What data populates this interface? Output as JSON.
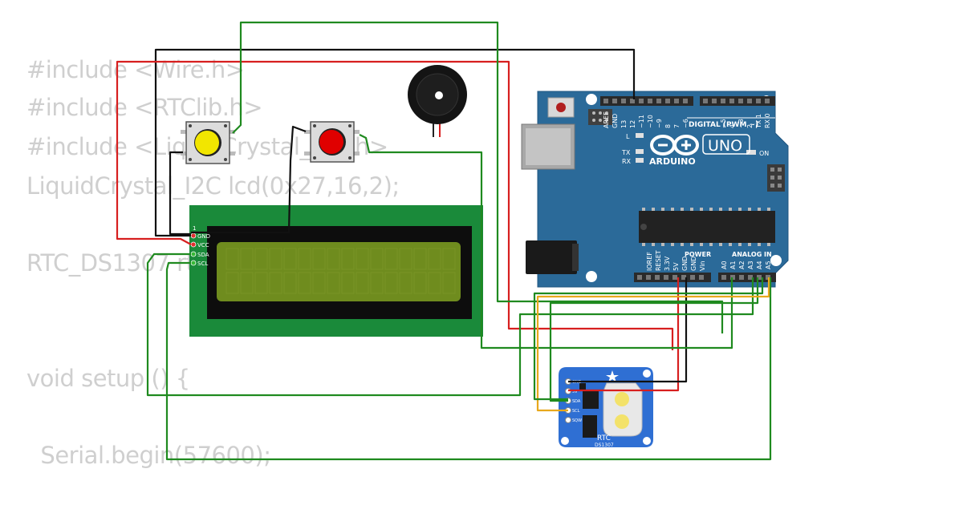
{
  "code_lines": [
    "#include <Wire.h>",
    "#include <RTClib.h>",
    "#include <LiquidCrystal_I2C.h>",
    "LiquidCrystal_I2C lcd(0x27,16,2);",
    "RTC_DS1307 rtc;",
    "void setup () {",
    "  Serial.begin(57600);"
  ],
  "arduino": {
    "brand": "ARDUINO",
    "model": "UNO",
    "digital_header": "DIGITAL (PWM ~)",
    "digital_pins": [
      "AREF",
      "GND",
      "13",
      "12",
      "~11",
      "~10",
      "~9",
      "8",
      "7",
      "~6",
      "~5",
      "4",
      "~3",
      "2",
      "TX 1",
      "RX 0"
    ],
    "power_header": "POWER",
    "power_pins": [
      "IOREF",
      "RESET",
      "3.3V",
      "5V",
      "GND",
      "GND",
      "Vin"
    ],
    "analog_header": "ANALOG IN",
    "analog_pins": [
      "A0",
      "A1",
      "A2",
      "A3",
      "A4",
      "A5"
    ],
    "led_labels": {
      "l": "L",
      "tx": "TX",
      "rx": "RX",
      "on": "ON"
    }
  },
  "lcd": {
    "pins": [
      "GND",
      "VCC",
      "SDA",
      "SCL"
    ],
    "pin_one": "1"
  },
  "rtc": {
    "title": "RTC",
    "chip": "DS1307",
    "pins": [
      "GND",
      "5V",
      "SDA",
      "SCL",
      "SQW"
    ]
  },
  "buttons": [
    {
      "color": "yellow",
      "fill": "#f2e600"
    },
    {
      "color": "red",
      "fill": "#e00000"
    }
  ],
  "colors": {
    "arduino_blue": "#2b6a99",
    "lcd_green": "#1a8a3a",
    "lcd_screen": "#6f8c1e",
    "rtc_blue": "#2f6fd3",
    "wire_green": "#1f8a1f",
    "wire_red": "#d71f1f",
    "wire_black": "#111111",
    "wire_yellow": "#e8a81c"
  }
}
